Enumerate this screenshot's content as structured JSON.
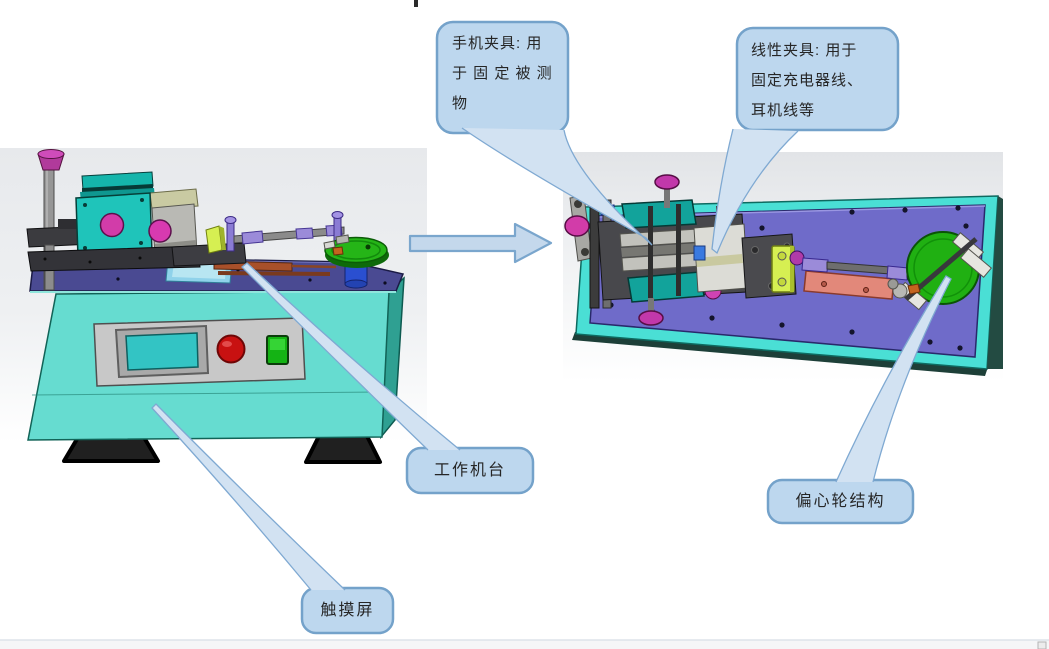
{
  "callouts": {
    "phone_fixture": {
      "text": "手机夹具: 用\n于 固 定 被 测\n物"
    },
    "linear_fixture": {
      "text": "线性夹具: 用于\n固定充电器线、\n耳机线等"
    },
    "work_platform": {
      "text": "工作机台"
    },
    "touch_screen": {
      "text": "触摸屏"
    },
    "eccentric_wheel": {
      "text": "偏心轮结构"
    }
  },
  "icons": {
    "arrow": "right-block-arrow"
  },
  "colors": {
    "text_color": "#262626",
    "callout_fill": "#bdd7ee",
    "callout_border": "#74a2ca",
    "leader_fill": "#d2e2f2",
    "leader_border": "#7fa9d2",
    "arrow_fill": "#c4d8ec",
    "arrow_border": "#7aa6cd",
    "backdrop_gray": "#e7e9ec",
    "machine_teal": "#66dcd0",
    "machine_teal_dark": "#2fa092",
    "top_plate_navy": "#4a4a92",
    "board_teal": "#4adfd5",
    "plate_purple": "#6f6bc9",
    "wheel_green": "#20b012",
    "disc_green": "#25b517",
    "knob_magenta": "#d23ca9",
    "rod_lilac": "#9b8bd9",
    "block_yellow_green": "#d6ef52",
    "bar_salmon": "#e2887a",
    "copper_bar": "#a8502a",
    "cylinder_blue": "#2a4fd0",
    "button_red": "#c81111",
    "switch_green": "#14b314",
    "screen_teal": "#33c4c4",
    "panel_gray": "#c8c8c8"
  }
}
